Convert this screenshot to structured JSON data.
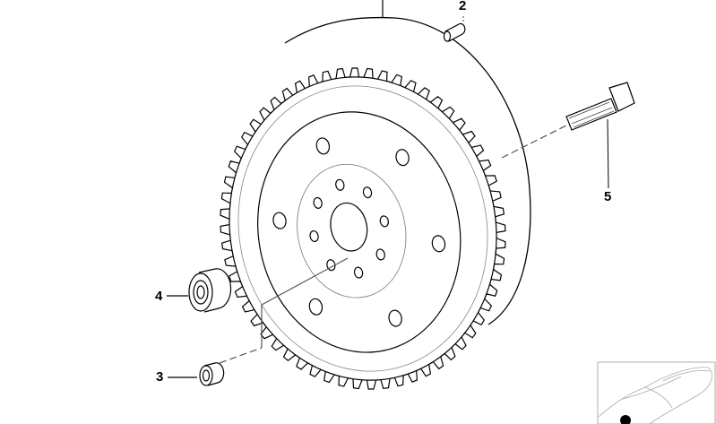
{
  "diagram": {
    "callouts": [
      {
        "id": "2",
        "label": "2"
      },
      {
        "id": "5",
        "label": "5"
      },
      {
        "id": "4",
        "label": "4"
      },
      {
        "id": "3",
        "label": "3"
      }
    ],
    "gear_teeth": 60,
    "thumbnail": {
      "icon": "car-outline-icon",
      "marker_color": "#000000"
    }
  }
}
